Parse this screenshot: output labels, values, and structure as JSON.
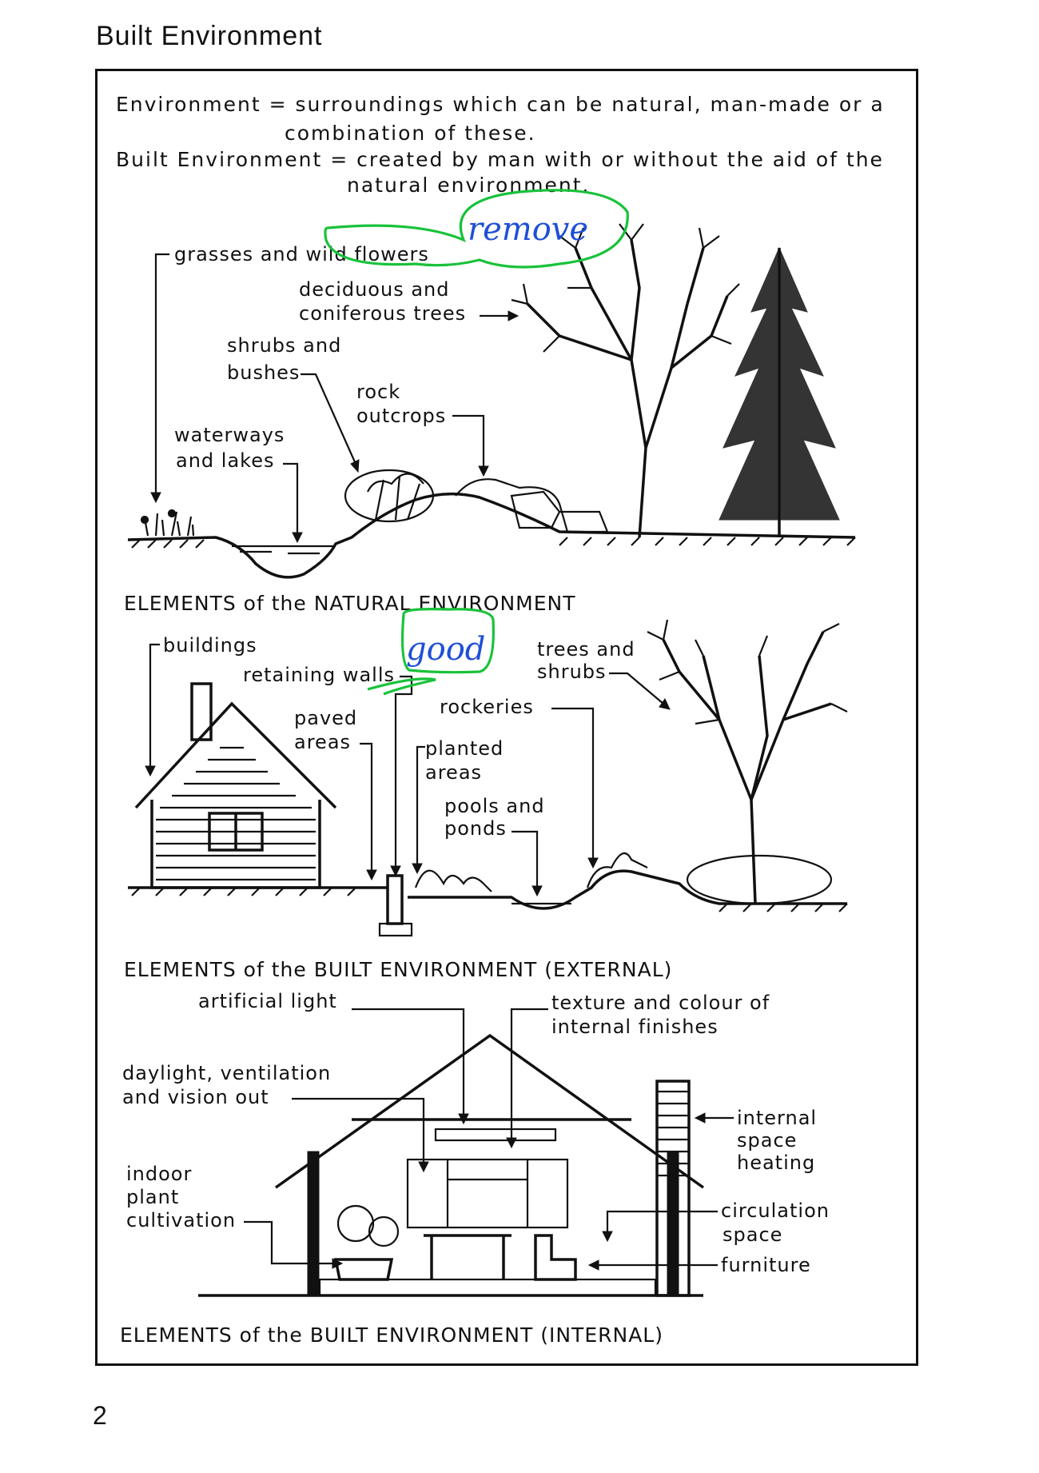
{
  "page": {
    "title": "Built Environment",
    "number": "2"
  },
  "definitions": [
    {
      "line1": "Environment = surroundings which can be natural, man-made or a",
      "line2": "combination of these."
    },
    {
      "line1": "Built Environment = created by man with or without the aid of the",
      "line2": "natural environment."
    }
  ],
  "natural": {
    "labels": {
      "grasses": "grasses and wild flowers",
      "trees1": "deciduous and",
      "trees2": "coniferous trees",
      "shrubs1": "shrubs and",
      "shrubs2": "bushes",
      "rock1": "rock",
      "rock2": "outcrops",
      "water1": "waterways",
      "water2": "and lakes"
    },
    "caption": "ELEMENTS of the NATURAL ENVIRONMENT"
  },
  "external": {
    "labels": {
      "buildings": "buildings",
      "walls": "retaining walls",
      "trees1": "trees and",
      "trees2": "shrubs",
      "paved1": "paved",
      "paved2": "areas",
      "rockeries": "rockeries",
      "planted1": "planted",
      "planted2": "areas",
      "pools1": "pools and",
      "pools2": "ponds"
    },
    "caption": "ELEMENTS of the BUILT ENVIRONMENT (EXTERNAL)"
  },
  "internal": {
    "labels": {
      "light": "artificial light",
      "texture1": "texture and colour of",
      "texture2": "internal finishes",
      "daylight1": "daylight, ventilation",
      "daylight2": "and vision out",
      "heating1": "internal",
      "heating2": "space",
      "heating3": "heating",
      "plant1": "indoor",
      "plant2": "plant",
      "plant3": "cultivation",
      "circulation1": "circulation",
      "circulation2": "space",
      "furniture": "furniture"
    },
    "caption": "ELEMENTS of the BUILT ENVIRONMENT (INTERNAL)"
  },
  "annotations": {
    "remove": "remove",
    "good": "good",
    "color_remove_circle": "#18c23a",
    "color_ink": "#1f4fd6"
  }
}
